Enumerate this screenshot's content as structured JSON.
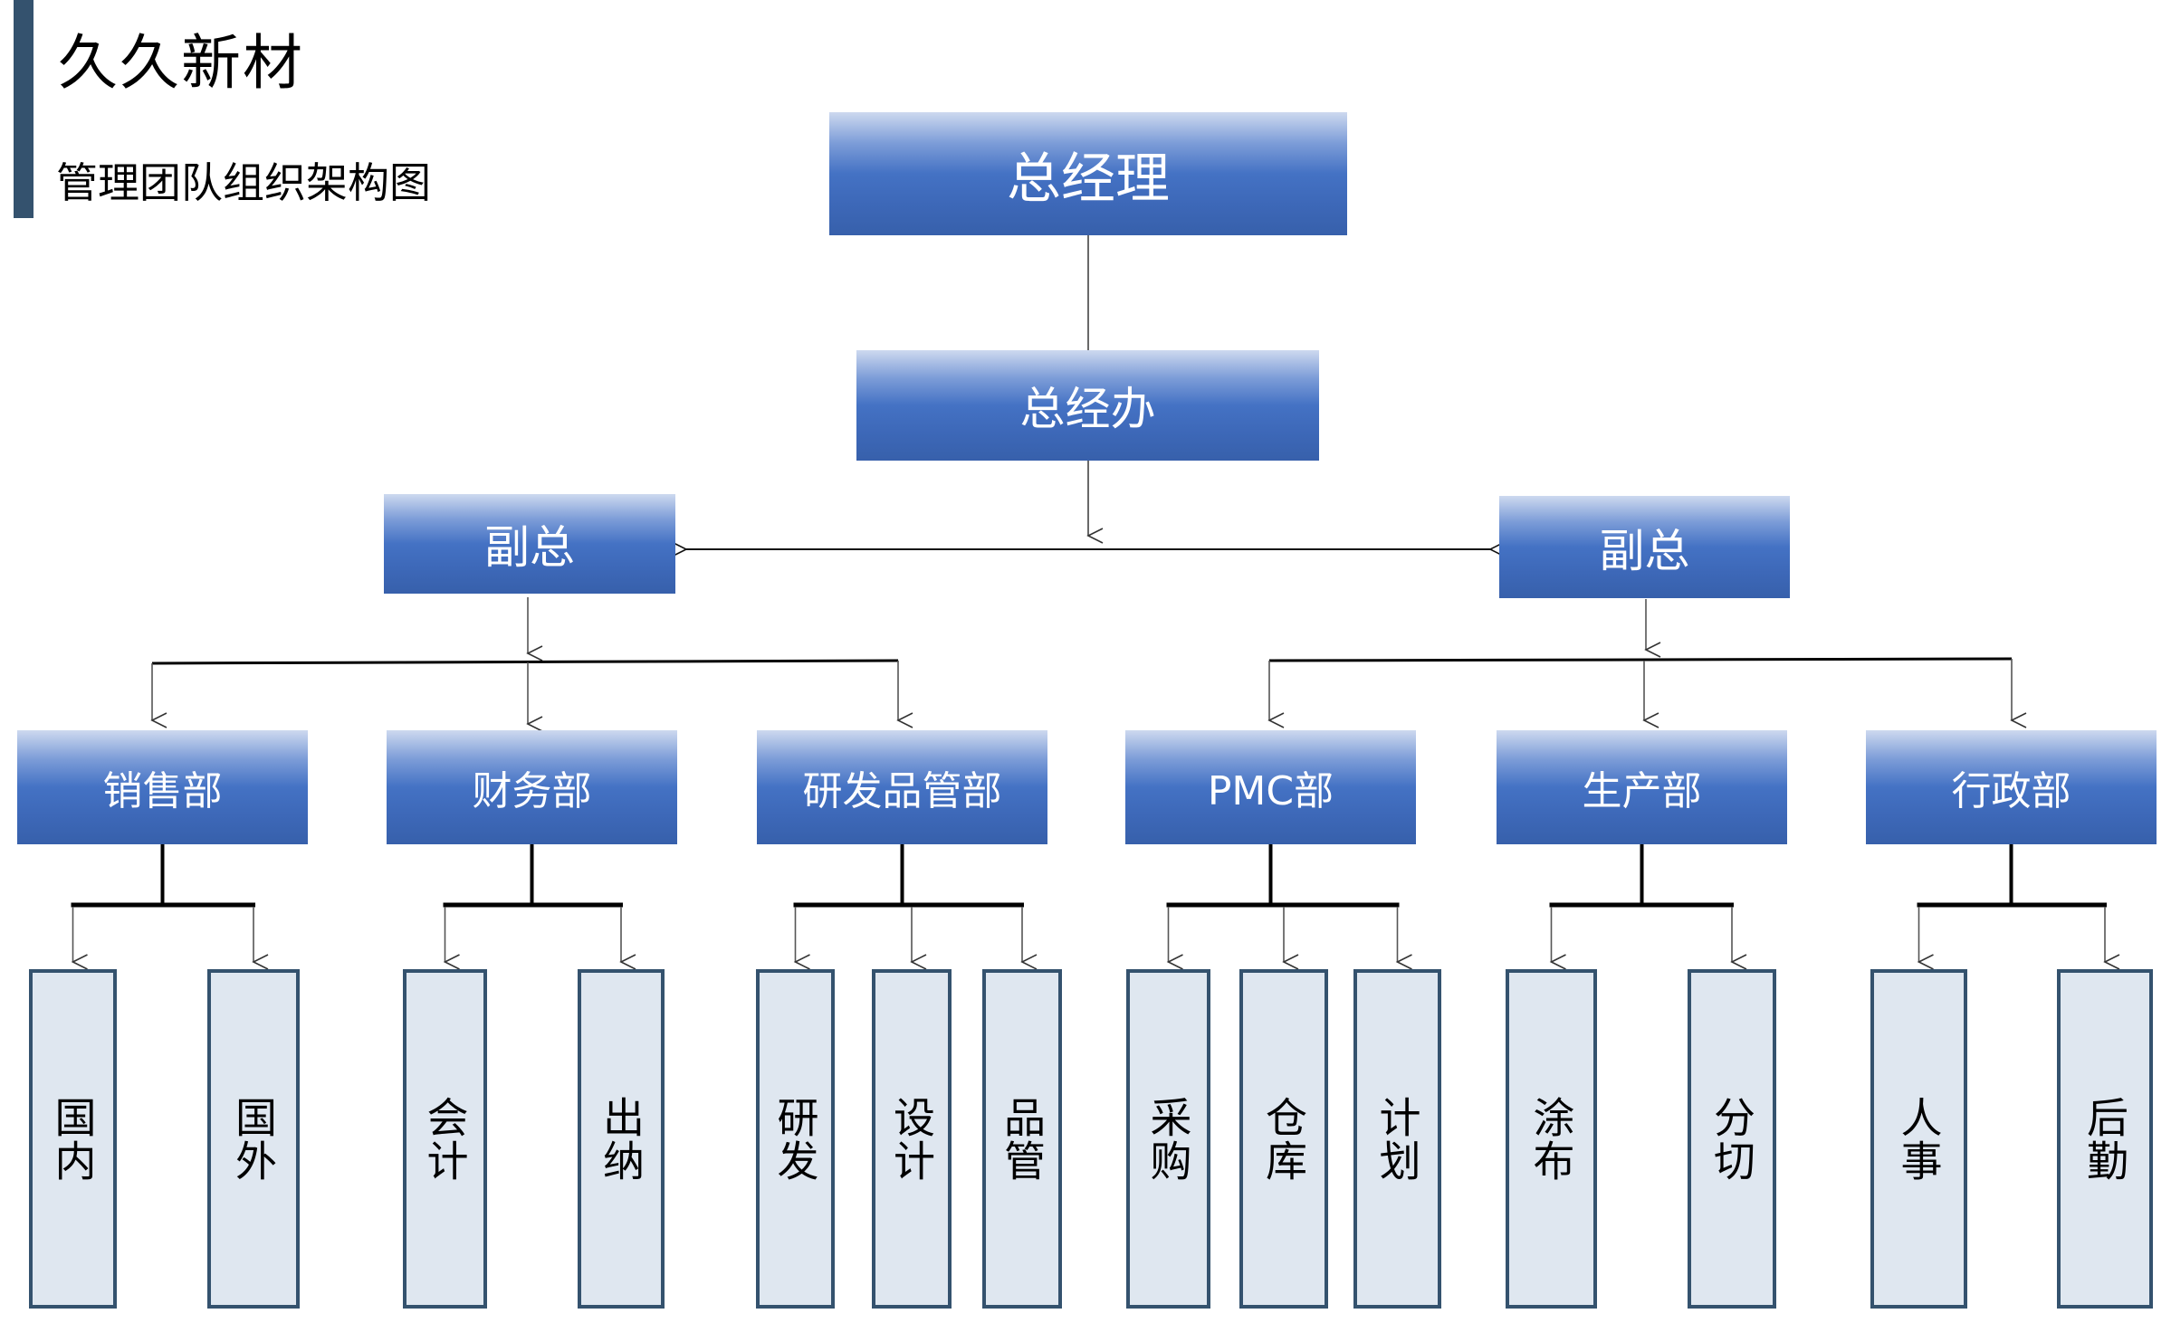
{
  "header": {
    "company": "久久新材",
    "subtitle": "管理团队组织架构图"
  },
  "colors": {
    "accent_bar": "#34526e",
    "node_blue": "#4472c4",
    "sub_fill": "#dfe7f0",
    "sub_border": "#34526e"
  },
  "org": {
    "ceo": "总经理",
    "office": "总经办",
    "vp_left": "副总",
    "vp_right": "副总",
    "departments": [
      {
        "name": "销售部",
        "units": [
          "国内",
          "国外"
        ]
      },
      {
        "name": "财务部",
        "units": [
          "会计",
          "出纳"
        ]
      },
      {
        "name": "研发品管部",
        "units": [
          "研发",
          "设计",
          "品管"
        ]
      },
      {
        "name": "PMC部",
        "units": [
          "采购",
          "仓库",
          "计划"
        ]
      },
      {
        "name": "生产部",
        "units": [
          "涂布",
          "分切"
        ]
      },
      {
        "name": "行政部",
        "units": [
          "人事",
          "后勤"
        ]
      }
    ]
  }
}
